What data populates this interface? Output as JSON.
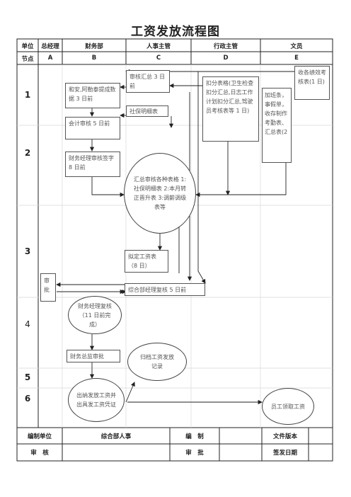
{
  "title": "工资发放流程图",
  "headers": {
    "unit": "单位",
    "general_manager": "总经理",
    "finance": "财务部",
    "hr_supervisor": "人事主管",
    "admin_supervisor": "行政主管",
    "clerk": "文员"
  },
  "node_row": {
    "label": "节点",
    "cols": [
      "A",
      "B",
      "C",
      "D",
      "E"
    ]
  },
  "row_labels": [
    "1",
    "2",
    "3",
    "4",
    "5",
    "6"
  ],
  "nodes": {
    "b1": "和安,阿勒泰提成数据 3 日前",
    "b2": "会计审核 5 日前",
    "b3": "财务经理审核签字 8 日前",
    "b4": "财务经理复核（11 日前完成）",
    "b5": "财务总监审批",
    "b6": "出纳发放工资并出具发工资凭证",
    "a1": "审批",
    "c1": "审核汇总 3 日前",
    "c2": "社保明细表",
    "c3": "汇总审核各种表格 1:社保明细表 2:本月转正晋升表 3:调薪调级表等",
    "c4": "拟定工资表（8 日）",
    "c5": "综合部经理复核 5 日前",
    "c6": "归档工资发放记录",
    "d1": "扣分表格(卫生检查扣分汇总,日志工作计划扣分汇总,驾驶员考核表等 1 日)",
    "e1": "收各绩效考核表(1 日)",
    "e2": "加班条，事假单，收存制作考勤表、汇总表(2",
    "e3": "员工领取工资"
  },
  "footer": {
    "row1": [
      "编制单位",
      "综合部人事",
      "编　制",
      "",
      "文件版本",
      ""
    ],
    "row2": [
      "审　核",
      "",
      "审　批",
      "",
      "签发日期",
      ""
    ]
  }
}
